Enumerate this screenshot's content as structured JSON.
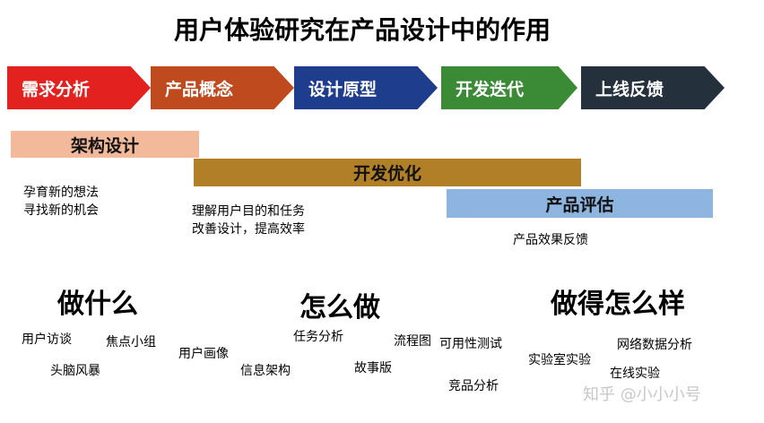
{
  "title": "用户体验研究在产品设计中的作用",
  "phases": [
    {
      "label": "需求分析",
      "color": "#e3211e"
    },
    {
      "label": "产品概念",
      "color": "#bf4a1e"
    },
    {
      "label": "设计原型",
      "color": "#1f3d8d"
    },
    {
      "label": "开发迭代",
      "color": "#3a8a36"
    },
    {
      "label": "上线反馈",
      "color": "#25303d"
    }
  ],
  "bars": [
    {
      "label": "架构设计",
      "color": "#f3b99b"
    },
    {
      "label": "开发优化",
      "color": "#b07f26"
    },
    {
      "label": "产品评估",
      "color": "#8db5df"
    }
  ],
  "notes": {
    "left": [
      "孕育新的想法",
      "寻找新的机会"
    ],
    "middle": [
      "理解用户目的和任务",
      "改善设计，提高效率"
    ],
    "right": "产品效果反馈"
  },
  "sections": [
    "做什么",
    "怎么做",
    "做得怎么样"
  ],
  "methods": {
    "what": [
      "用户访谈",
      "焦点小组",
      "头脑风暴"
    ],
    "how": [
      "用户画像",
      "任务分析",
      "信息架构",
      "流程图",
      "故事版"
    ],
    "how_well": [
      "可用性测试",
      "竞品分析",
      "实验室实验",
      "网络数据分析",
      "在线实验"
    ]
  },
  "watermark": "知乎 @小小小号"
}
